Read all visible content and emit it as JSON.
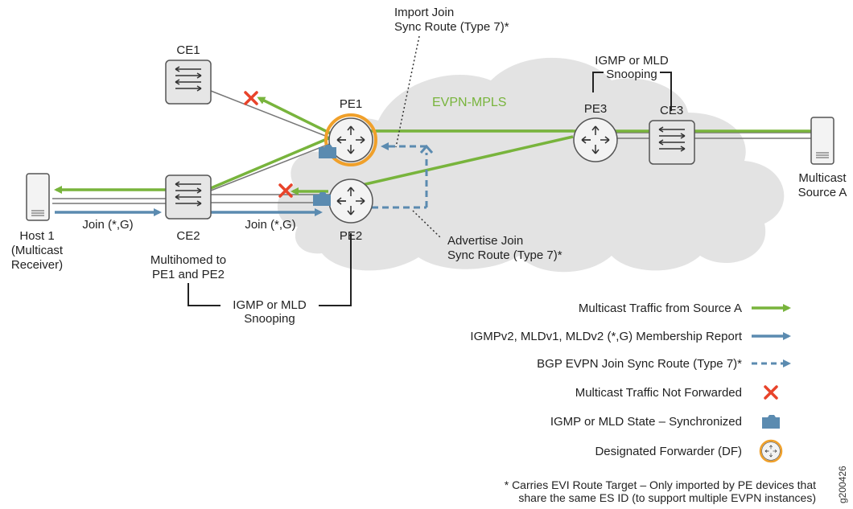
{
  "diagram": {
    "cloud_label": "EVPN-MPLS",
    "nodes": {
      "ce1": "CE1",
      "ce2": "CE2",
      "ce3": "CE3",
      "pe1": "PE1",
      "pe2": "PE2",
      "pe3": "PE3"
    },
    "host1": [
      "Host 1",
      "(Multicast",
      "Receiver)"
    ],
    "source": [
      "Multicast",
      "Source A"
    ],
    "ce2_note": [
      "Multihomed to",
      "PE1 and PE2"
    ],
    "join_left": "Join (*,G)",
    "join_right": "Join (*,G)",
    "snoop_bottom": [
      "IGMP or MLD",
      "Snooping"
    ],
    "snoop_top": [
      "IGMP or MLD",
      "Snooping"
    ],
    "import_note": [
      "Import Join",
      "Sync Route (Type 7)*"
    ],
    "advertise_note": [
      "Advertise Join",
      "Sync Route (Type 7)*"
    ]
  },
  "legend": {
    "items": [
      {
        "label": "Multicast Traffic from Source A",
        "symbol": "green-arrow"
      },
      {
        "label": "IGMPv2, MLDv1, MLDv2  (*,G) Membership Report",
        "symbol": "blue-arrow"
      },
      {
        "label": "BGP EVPN Join Sync Route (Type 7)*",
        "symbol": "dashed-arrow"
      },
      {
        "label": "Multicast Traffic Not Forwarded",
        "symbol": "red-x"
      },
      {
        "label": "IGMP or MLD State – Synchronized",
        "symbol": "folder"
      },
      {
        "label": "Designated Forwarder (DF)",
        "symbol": "df-router"
      }
    ]
  },
  "footnote": [
    "* Carries EVI Route Target – Only imported by PE devices that",
    "share the same ES ID (to support multiple EVPN instances)"
  ],
  "figure_id": "g200426",
  "colors": {
    "green": "#78b43c",
    "blue": "#5b8bb0",
    "red": "#e8432a",
    "orange": "#f0a02a",
    "cloud": "#e3e3e3"
  }
}
